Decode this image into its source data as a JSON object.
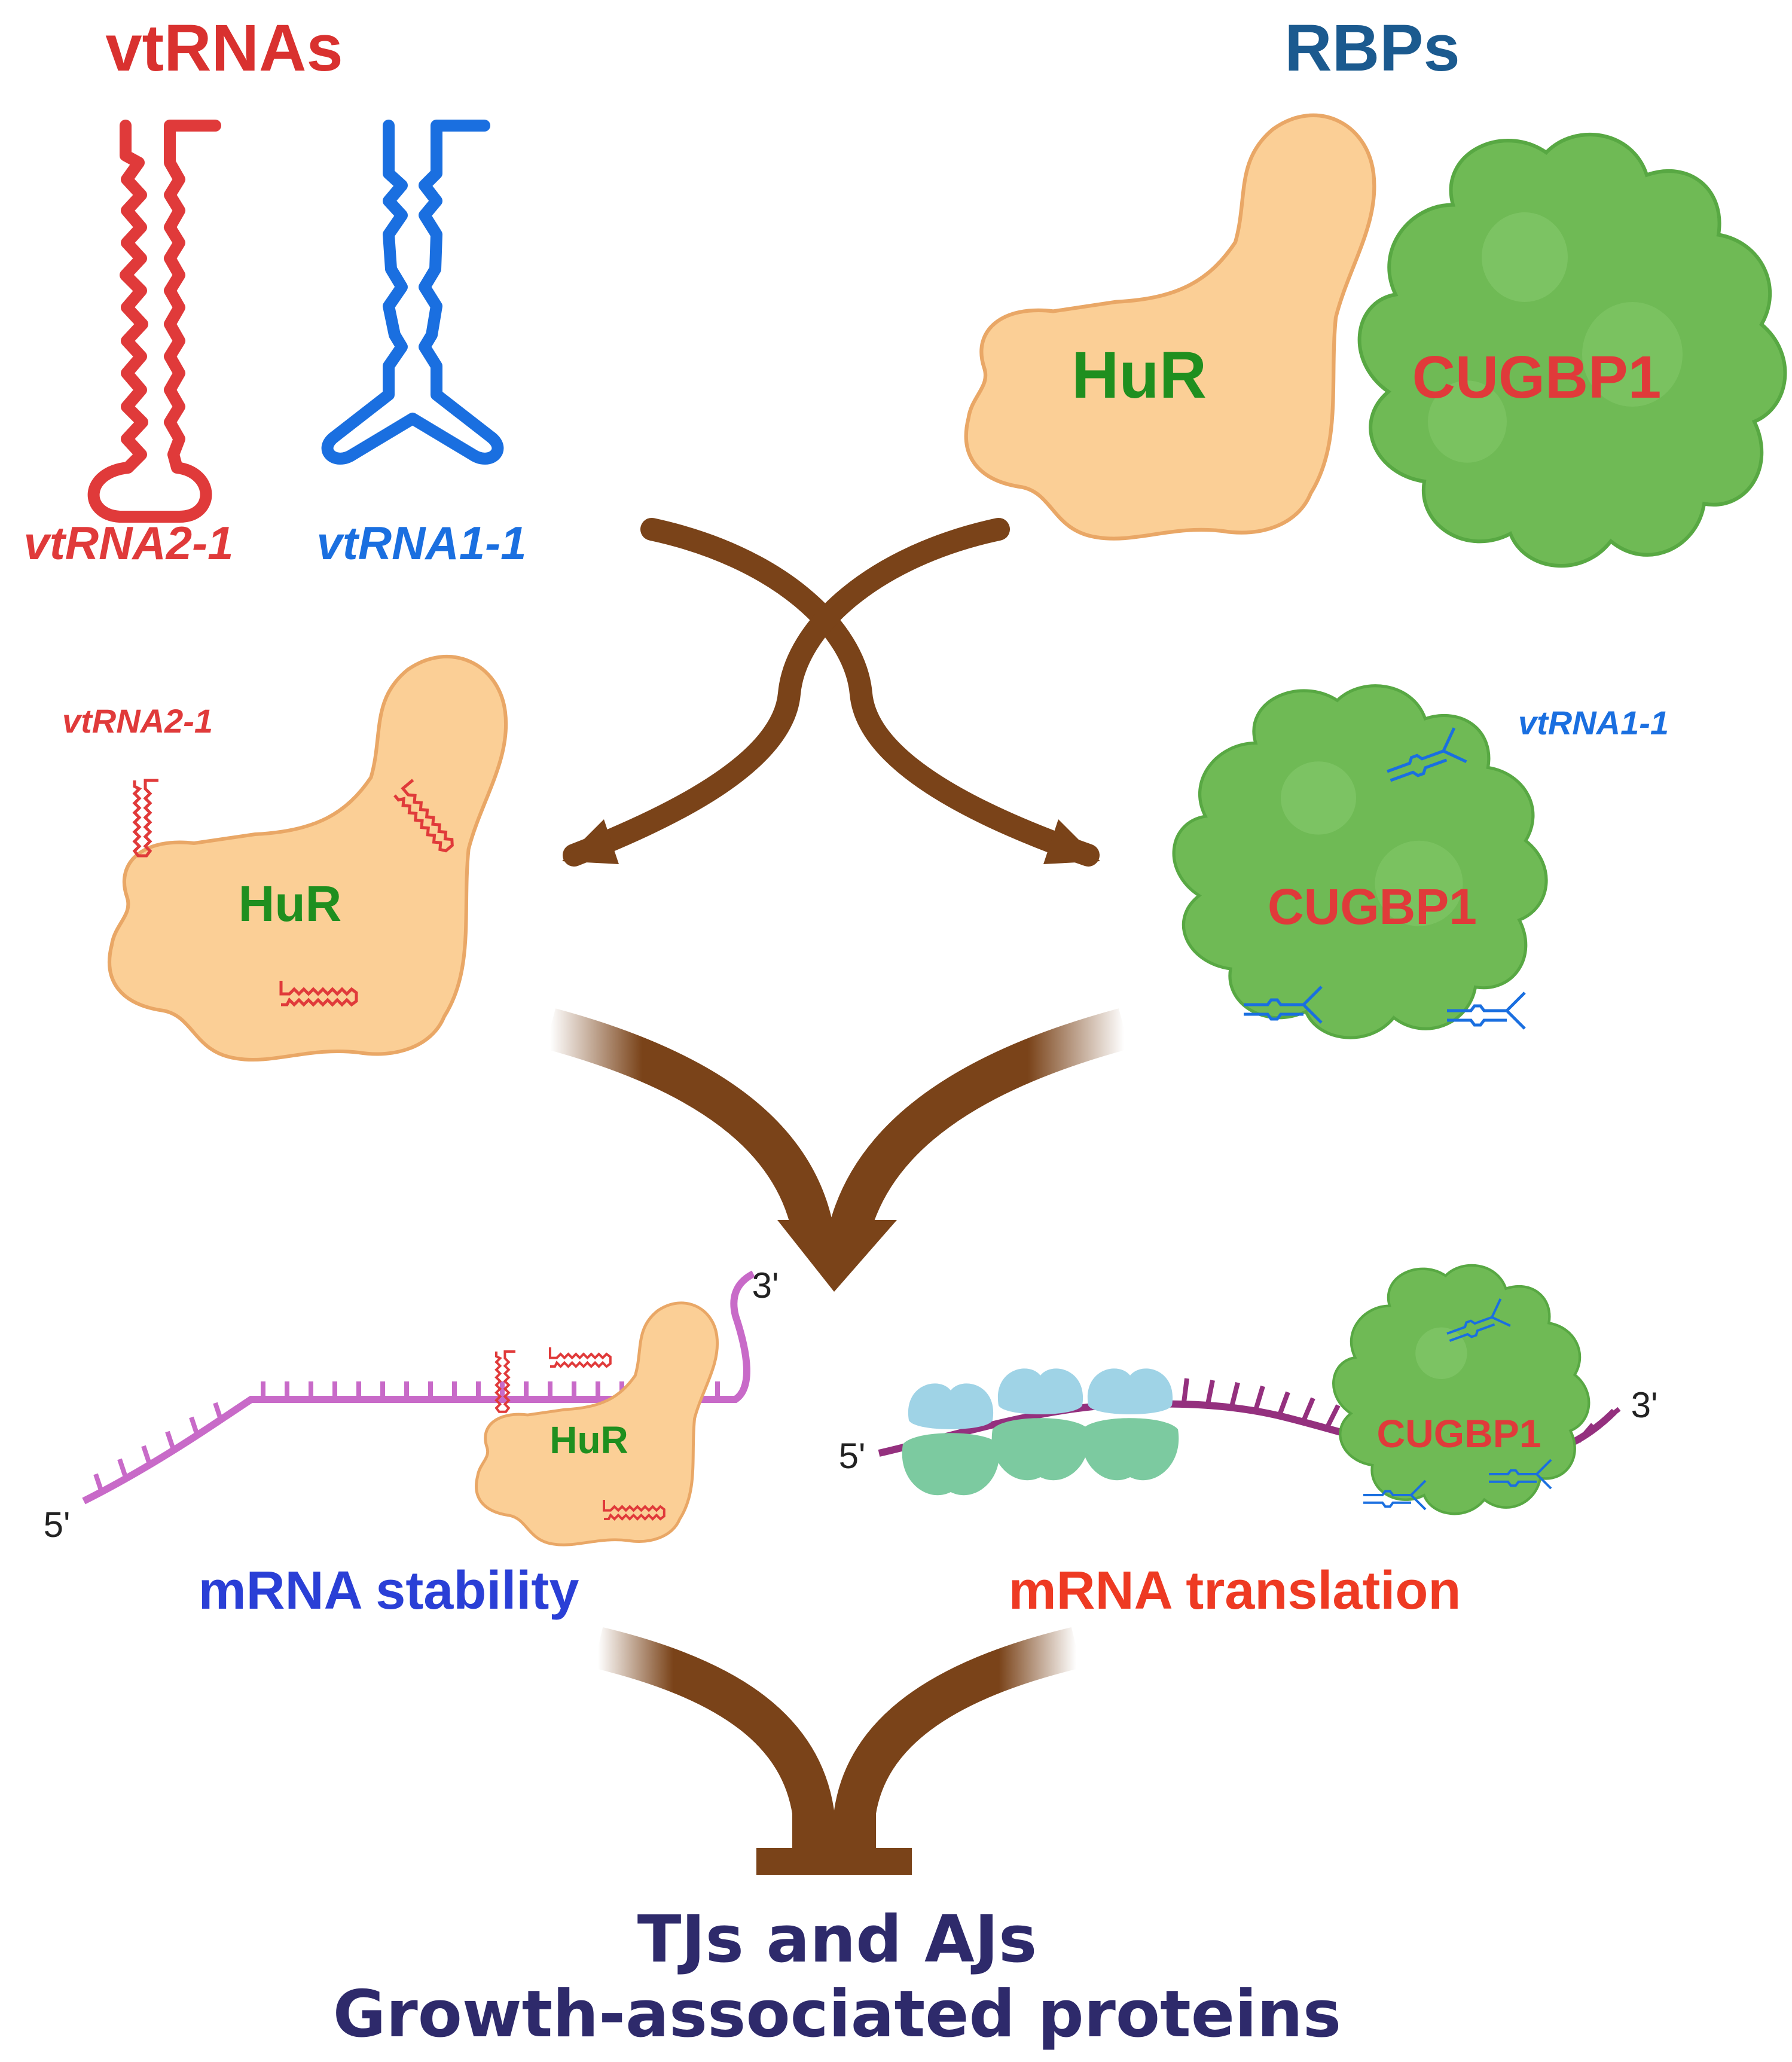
{
  "headers": {
    "left": "vtRNAs",
    "right": "RBPs"
  },
  "vtrnas": {
    "vtrna2": "vtRNA2-1",
    "vtrna1": "vtRNA1-1"
  },
  "rbps": {
    "hur": "HuR",
    "cugbp1": "CUGBP1"
  },
  "complexes": {
    "hur_label": "HuR",
    "hur_vtrna": "vtRNA2-1",
    "cugbp1_label": "CUGBP1",
    "cugbp1_vtrna": "vtRNA1-1"
  },
  "mrna": {
    "five_prime": "5'",
    "three_prime": "3'",
    "stability_hur": "HuR",
    "translation_cugbp1": "CUGBP1"
  },
  "outcomes": {
    "stability": "mRNA stability",
    "translation": "mRNA translation"
  },
  "result": {
    "line1": "TJs and AJs",
    "line2": "Growth-associated proteins"
  },
  "colors": {
    "vtrna2": "#e03a3a",
    "vtrna1": "#1a6fe0",
    "hur_text": "#1f8f1f",
    "cugbp1_text": "#e03a3a",
    "header_red": "#d9312f",
    "header_blue": "#1b5a8f",
    "arrow": "#7a4319",
    "stability": "#2a3fd6",
    "translation": "#ee3a23",
    "result": "#2e2a6b",
    "hur_fill": "#fbcf96",
    "cugbp1_fill": "#6fba55",
    "mrna_stability": "#c86ac8",
    "mrna_translation": "#94307e"
  }
}
